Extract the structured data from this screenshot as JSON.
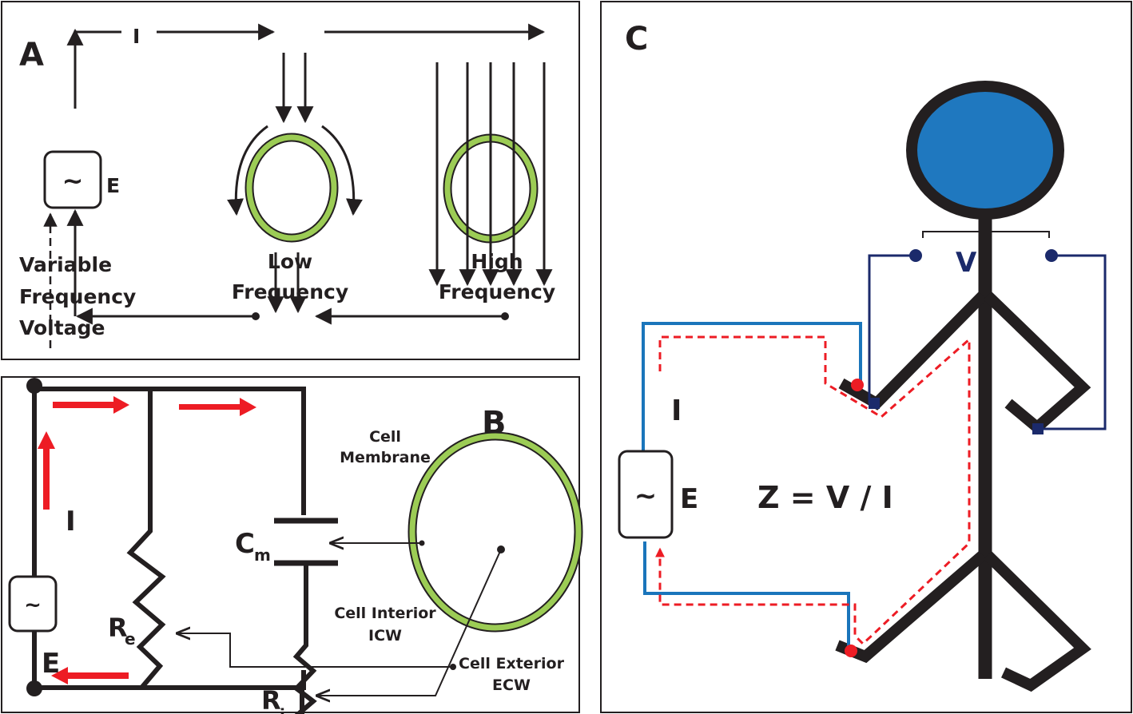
{
  "figure": {
    "panels": [
      {
        "id": "A",
        "letter": "A",
        "current_label": "I",
        "source_label": "E",
        "source_symbol": "~",
        "source_caption": [
          "Variable",
          "Frequency",
          "Voltage"
        ],
        "low_caption": [
          "Low",
          "Frequency"
        ],
        "high_caption": [
          "High",
          "Frequency"
        ]
      },
      {
        "id": "B",
        "letter": "B",
        "current_label": "I",
        "source_label": "E",
        "source_symbol": "~",
        "re_label": "R",
        "re_sub": "e",
        "cm_label": "C",
        "cm_sub": "m",
        "ri_label": "R",
        "ri_sub": "i",
        "membrane_caption": [
          "Cell",
          "Membrane"
        ],
        "interior_caption": [
          "Cell Interior",
          "ICW"
        ],
        "exterior_caption": [
          "Cell Exterior",
          "ECW"
        ]
      },
      {
        "id": "C",
        "letter": "C",
        "voltage_label": "V",
        "current_label": "I",
        "source_label": "E",
        "source_symbol": "~",
        "equation": "Z = V / I"
      }
    ],
    "colors": {
      "line": "#231f20",
      "cell_green": "#9ccc55",
      "current_red": "#ed1c24",
      "head_blue": "#1f78bf",
      "voltage_navy": "#1b2a6b",
      "current_blue": "#1a75bb"
    }
  }
}
